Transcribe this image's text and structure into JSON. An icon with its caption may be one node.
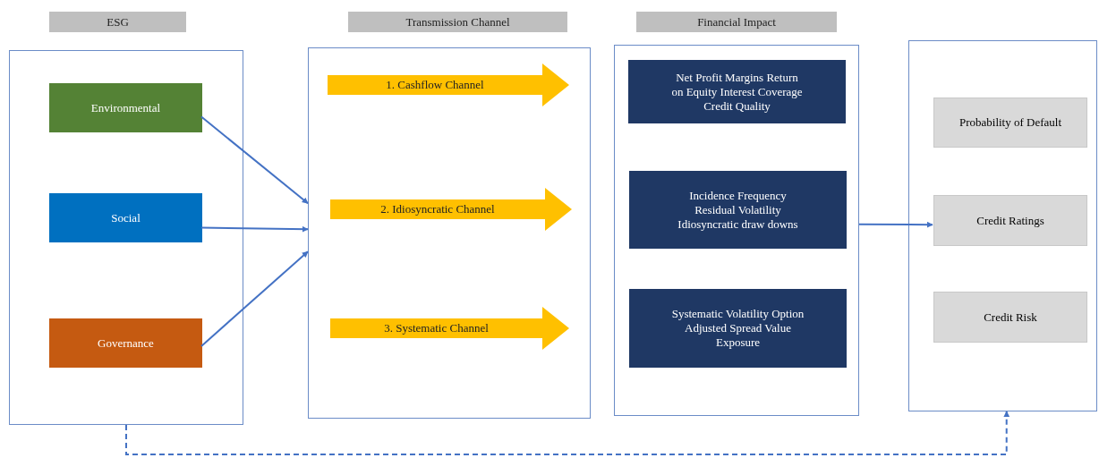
{
  "diagram": {
    "nodes": [
      {
        "text": [
          "ESG"
        ]
      },
      {
        "text": [
          "Environmental"
        ],
        "in": 0
      },
      {
        "text": [
          "Social"
        ],
        "in": 0
      },
      {
        "text": [
          "Governance"
        ],
        "in": 0
      },
      {
        "text": [
          "Transmission Channel"
        ]
      },
      {
        "text": [
          "1. Cashflow Channel"
        ],
        "in": 4
      },
      {
        "text": [
          "2. Idiosyncratic Channel"
        ],
        "in": 4
      },
      {
        "text": [
          "3. Systematic Channel"
        ],
        "in": 4
      },
      {
        "text": [
          "Financial Impact"
        ]
      },
      {
        "text": [
          "Net Profit Margins Return on Equity Interest Coverage Credit Quality"
        ],
        "in": 8
      },
      {
        "text": [
          "Incidence Frequency Residual Volatility Idiosyncratic draw downs"
        ],
        "in": 8
      },
      {
        "text": [
          "Systematic Volatility Option Adjusted Spread Value Exposure"
        ],
        "in": 8
      },
      {
        "text": [],
        "shape": "box"
      },
      {
        "text": [
          "Probability of Default"
        ],
        "in": 12
      },
      {
        "text": [
          "Credit Ratings"
        ],
        "in": 12
      },
      {
        "text": [
          "Credit Risk"
        ],
        "in": 12
      }
    ],
    "edges": [
      {
        "from": 1,
        "to": 4,
        "arrow": "to"
      },
      {
        "from": 2,
        "to": 4,
        "arrow": "to"
      },
      {
        "from": 3,
        "to": 4,
        "arrow": "to"
      },
      {
        "from": 8,
        "to": 14,
        "arrow": "to"
      },
      {
        "from": 0,
        "to": 12,
        "arrow": "to",
        "style": "dashed"
      }
    ]
  }
}
